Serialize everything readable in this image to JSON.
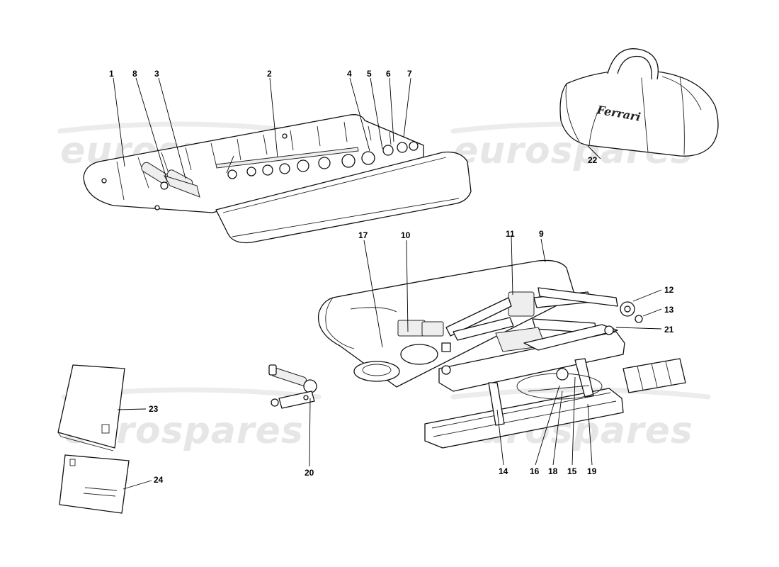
{
  "diagram": {
    "watermark": "eurospares",
    "bag_logo": "Ferrari",
    "callouts": [
      {
        "id": "1",
        "label": "1"
      },
      {
        "id": "2",
        "label": "2"
      },
      {
        "id": "3",
        "label": "3"
      },
      {
        "id": "4",
        "label": "4"
      },
      {
        "id": "5",
        "label": "5"
      },
      {
        "id": "6",
        "label": "6"
      },
      {
        "id": "7",
        "label": "7"
      },
      {
        "id": "8",
        "label": "8"
      },
      {
        "id": "9",
        "label": "9"
      },
      {
        "id": "10",
        "label": "10"
      },
      {
        "id": "11",
        "label": "11"
      },
      {
        "id": "12",
        "label": "12"
      },
      {
        "id": "13",
        "label": "13"
      },
      {
        "id": "14",
        "label": "14"
      },
      {
        "id": "15",
        "label": "15"
      },
      {
        "id": "16",
        "label": "16"
      },
      {
        "id": "17",
        "label": "17"
      },
      {
        "id": "18",
        "label": "18"
      },
      {
        "id": "19",
        "label": "19"
      },
      {
        "id": "20",
        "label": "20"
      },
      {
        "id": "21",
        "label": "21"
      },
      {
        "id": "22",
        "label": "22"
      },
      {
        "id": "23",
        "label": "23"
      },
      {
        "id": "24",
        "label": "24"
      }
    ]
  }
}
